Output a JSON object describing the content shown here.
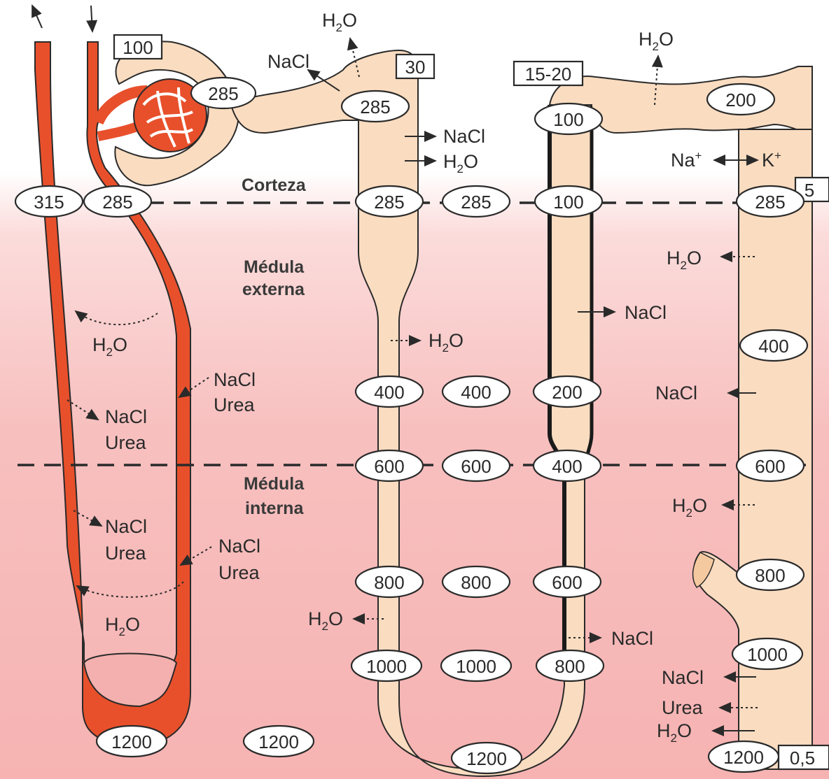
{
  "zones": {
    "cortex": "Corteza",
    "outer_medulla_1": "Médula",
    "outer_medulla_2": "externa",
    "inner_medulla_1": "Médula",
    "inner_medulla_2": "interna"
  },
  "boxes": {
    "glomerulus": "100",
    "proximal": "30",
    "distal": "15-20",
    "cortical_collecting": "5",
    "urine": "0,5"
  },
  "osmolarity": {
    "vasa_recta_out": "315",
    "vasa_recta_in": "285",
    "glomerulus": "285",
    "proximal_start": "285",
    "descending_cortex": "285",
    "interstitium_cortex": "285",
    "ascending_cortex_top": "100",
    "ascending_cortex": "100",
    "distal_tubule": "200",
    "collecting_cortex": "285",
    "collecting_outer": "400",
    "descending_400": "400",
    "interstitium_400": "400",
    "ascending_200": "200",
    "descending_600": "600",
    "interstitium_600": "600",
    "ascending_400": "400",
    "collecting_600": "600",
    "descending_800": "800",
    "interstitium_800": "800",
    "ascending_600": "600",
    "collecting_800": "800",
    "descending_1000": "1000",
    "interstitium_1000": "1000",
    "ascending_800": "800",
    "collecting_1000": "1000",
    "vasa_recta_bottom": "1200",
    "interstitium_1200": "1200",
    "loop_bend": "1200",
    "collecting_bottom": "1200"
  },
  "labels": {
    "water": "H",
    "water_sub": "2",
    "water_end": "O",
    "nacl": "NaCl",
    "urea": "Urea",
    "na": "Na",
    "k": "K",
    "plus": "+"
  },
  "colors": {
    "vessel": "#e8502c",
    "tubule": "#fadcc0",
    "medulla": "#f6b5b4",
    "outline": "#2a2a2a"
  }
}
